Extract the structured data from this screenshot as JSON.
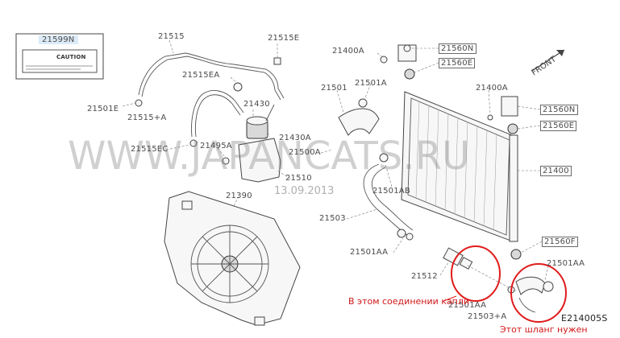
{
  "watermark": {
    "site": "WWW.JAPANCATS.RU",
    "date": "13.09.2013"
  },
  "diagram_code": "E214005S",
  "caution_label": {
    "part_no": "21599N",
    "caution_text": "CAUTION"
  },
  "parts": {
    "p21515": "21515",
    "p21515E": "21515E",
    "p21400A_top": "21400A",
    "p21560N_top": "21560N",
    "p21560E_top": "21560E",
    "p21515EA": "21515EA",
    "p21430": "21430",
    "p21501": "21501",
    "p21501A": "21501A",
    "p21400A_right": "21400A",
    "p21560N_right": "21560N",
    "p21560E_right": "21560E",
    "p21501E": "21501E",
    "p21515A": "21515+A",
    "p21430A": "21430A",
    "p21515EC": "21515EC",
    "p21495A": "21495A",
    "p21500A": "21500A",
    "p21510": "21510",
    "p21400": "21400",
    "p21390": "21390",
    "p21501AB": "21501AB",
    "p21503": "21503",
    "p21560F": "21560F",
    "p21501AA_left": "21501AA",
    "p21501AA_right": "21501AA",
    "p21512": "21512",
    "p21503A": "21503+A",
    "p21501AA_bottom": "21501AA"
  },
  "notes": {
    "joint": "В этом соединении капли",
    "hose": "Этот шланг нужен"
  }
}
